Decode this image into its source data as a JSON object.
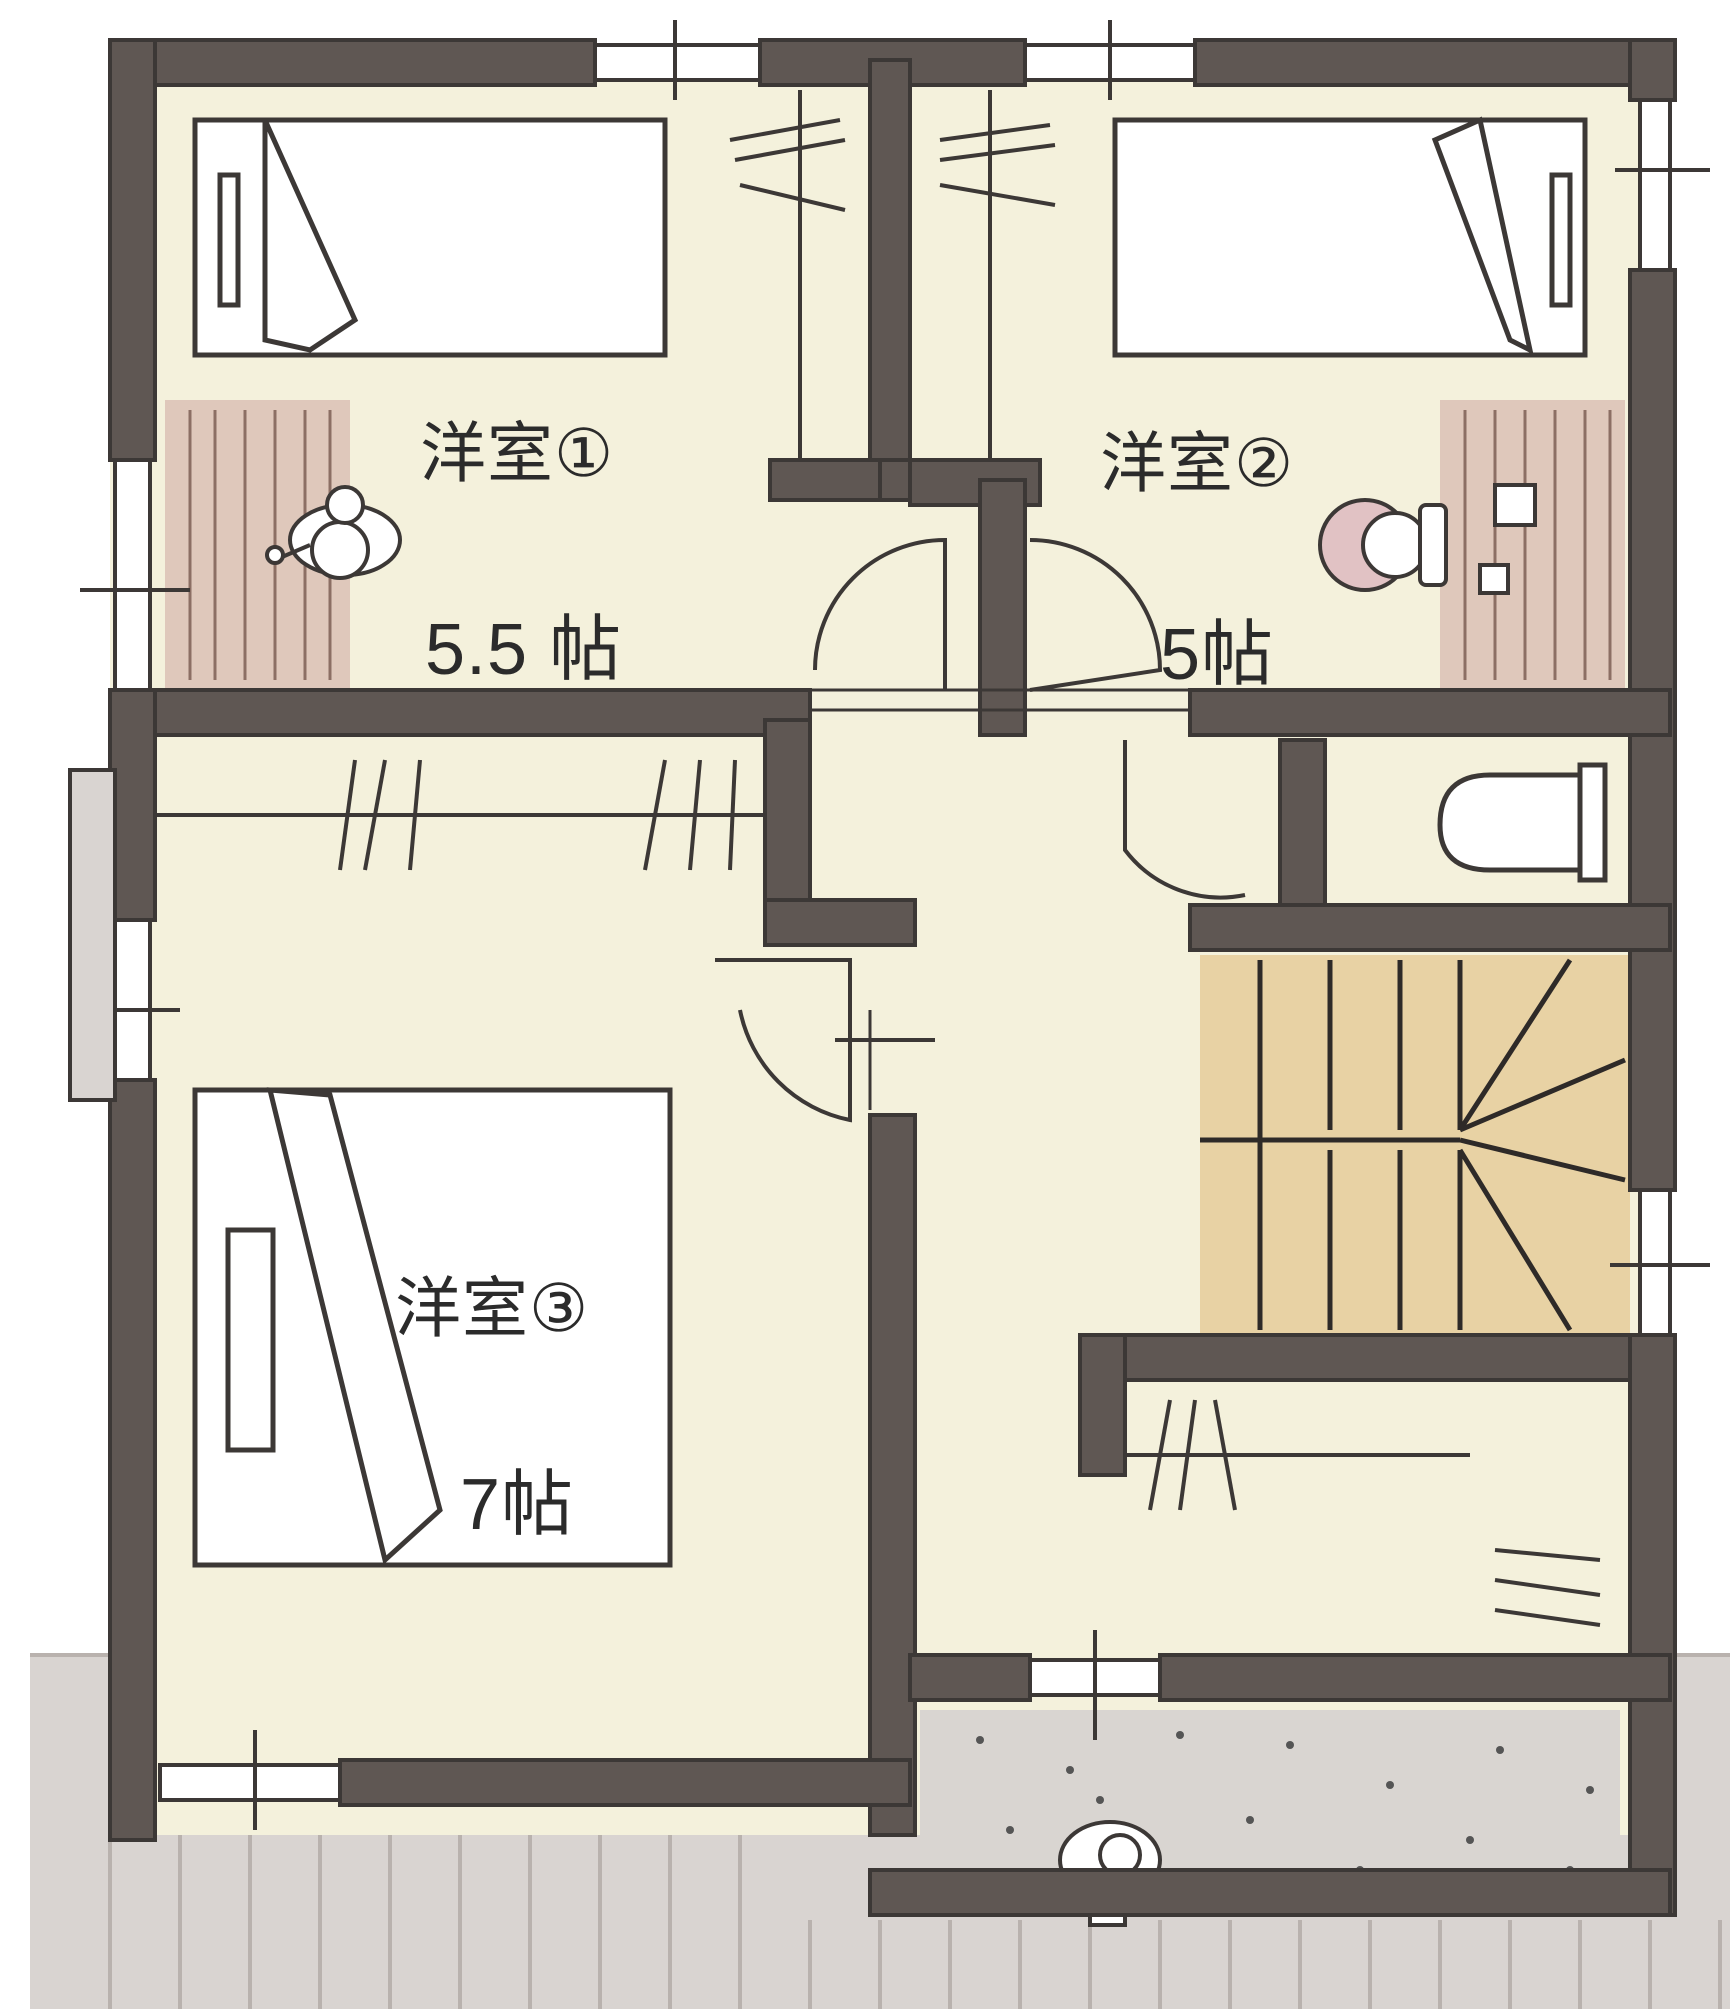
{
  "rooms": [
    {
      "id": "room-1",
      "name": "洋室①",
      "size": "5.5 帖"
    },
    {
      "id": "room-2",
      "name": "洋室②",
      "size": "5帖"
    },
    {
      "id": "room-3",
      "name": "洋室③",
      "size": "7帖"
    }
  ],
  "colors": {
    "wall": "#5f5753",
    "floor": "#f4f1dc",
    "desk_area": "#dfc8bb",
    "stairs": "#e8d2a4",
    "balcony_floor": "#d9d5d1",
    "exterior_deck": "#d9d4d1",
    "furniture_line": "#3c3836"
  },
  "icons": [
    "bed-icon",
    "desk-icon",
    "person-icon",
    "toilet-icon",
    "stairs-icon",
    "door-swing-icon",
    "window-icon",
    "closet-icon"
  ]
}
